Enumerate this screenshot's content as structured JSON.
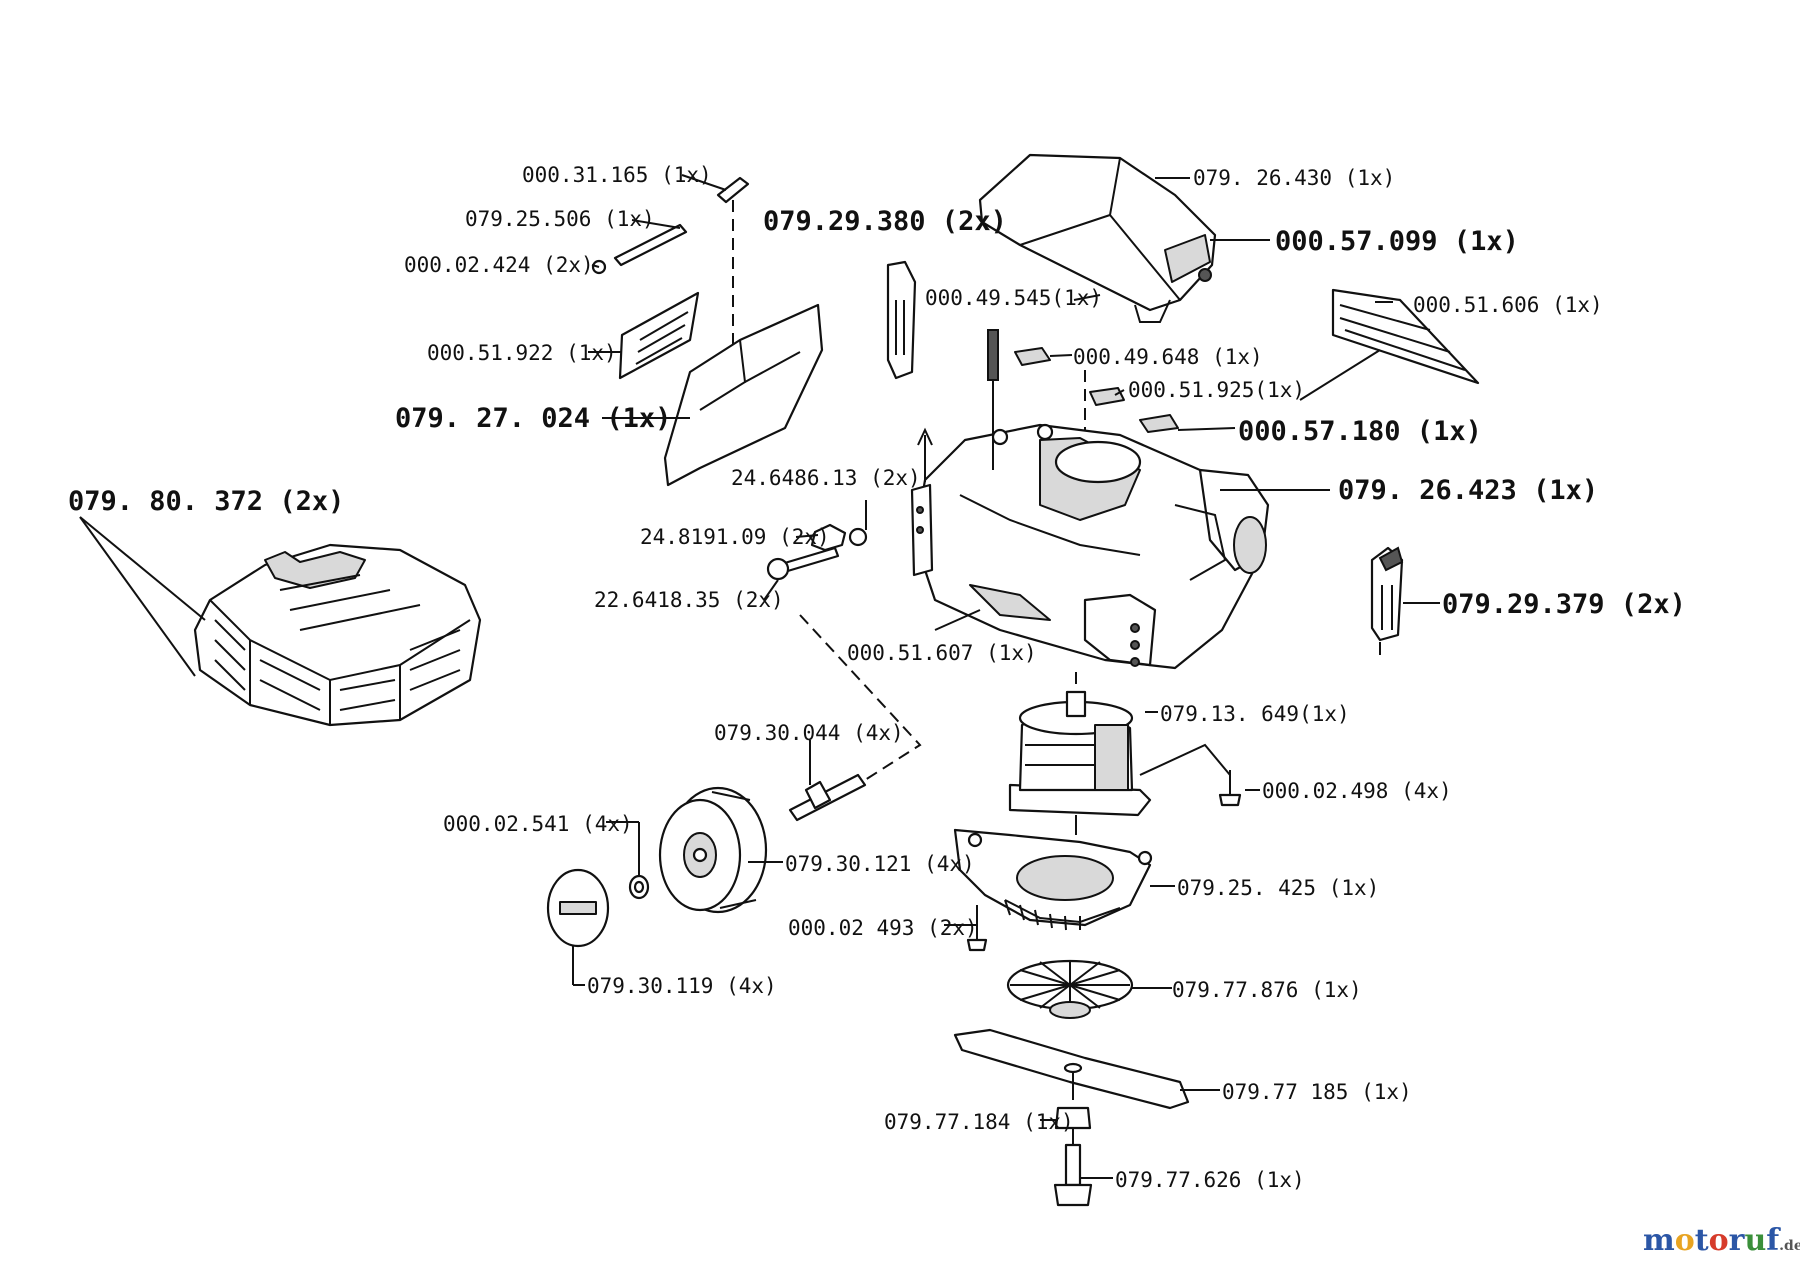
{
  "parts": [
    {
      "id": "cover",
      "label": "079. 26.430  (1x)",
      "big": false
    },
    {
      "id": "cover-knob",
      "label": "000.57.099  (1x)",
      "big": true
    },
    {
      "id": "pin-top",
      "label": "000.31.165  (1x)",
      "big": false
    },
    {
      "id": "axle-rod",
      "label": "079.25.506  (1x)",
      "big": false
    },
    {
      "id": "clip",
      "label": "000.02.424  (2x)",
      "big": false
    },
    {
      "id": "flap-label",
      "label": "000.51.922  (1x)",
      "big": false
    },
    {
      "id": "flap",
      "label": "079. 27. 024  (1x)",
      "big": true
    },
    {
      "id": "handle-bracket",
      "label": "079.29.380 (2x)",
      "big": true
    },
    {
      "id": "sticker-a",
      "label": "000.49.545(1x)",
      "big": false
    },
    {
      "id": "sticker-b",
      "label": "000.49.648  (1x)",
      "big": false
    },
    {
      "id": "sticker-c",
      "label": "000.51.925(1x)",
      "big": false
    },
    {
      "id": "sticker-d",
      "label": "000.57.180  (1x)",
      "big": true
    },
    {
      "id": "warning-label",
      "label": "000.51.606  (1x)",
      "big": false
    },
    {
      "id": "housing",
      "label": "079. 26.423  (1x)",
      "big": true
    },
    {
      "id": "washer-24",
      "label": "24.6486.13  (2x)",
      "big": false
    },
    {
      "id": "knob-24",
      "label": "24.8191.09  (2x)",
      "big": false
    },
    {
      "id": "bolt-22",
      "label": "22.6418.35  (2x)",
      "big": false
    },
    {
      "id": "side-label",
      "label": "000.51.607  (1x)",
      "big": false
    },
    {
      "id": "grass-box",
      "label": "079. 80. 372  (2x)",
      "big": true
    },
    {
      "id": "handle-bracket-2",
      "label": "079.29.379  (2x)",
      "big": true
    },
    {
      "id": "motor",
      "label": "079.13. 649(1x)",
      "big": false
    },
    {
      "id": "motor-screw",
      "label": "000.02.498  (4x)",
      "big": false
    },
    {
      "id": "axle",
      "label": "079.30.044  (4x)",
      "big": false
    },
    {
      "id": "wheel-washer",
      "label": "000.02.541  (4x)",
      "big": false
    },
    {
      "id": "wheel",
      "label": "079.30.121  (4x)",
      "big": false
    },
    {
      "id": "hub-cap",
      "label": "079.30.119  (4x)",
      "big": false
    },
    {
      "id": "fan-housing",
      "label": "079.25. 425  (1x)",
      "big": false
    },
    {
      "id": "fan-screw",
      "label": "000.02 493  (2x)",
      "big": false
    },
    {
      "id": "fan",
      "label": "079.77.876  (1x)",
      "big": false
    },
    {
      "id": "blade",
      "label": "079.77 185  (1x)",
      "big": false
    },
    {
      "id": "blade-holder",
      "label": "079.77.184  (1x)",
      "big": false
    },
    {
      "id": "blade-bolt",
      "label": "079.77.626  (1x)",
      "big": false
    }
  ],
  "watermark": {
    "text": "motoruf",
    "suffix": ".de",
    "colors": [
      "#2b56a6",
      "#e8a422",
      "#2b56a6",
      "#d63b2b",
      "#2b56a6",
      "#3a8f3a",
      "#2b56a6"
    ]
  }
}
